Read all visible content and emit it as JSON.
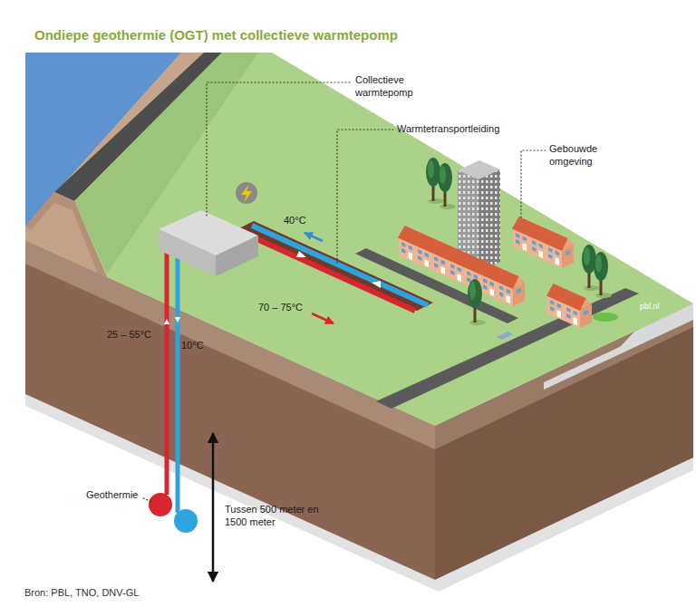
{
  "diagram": {
    "title": "Ondiepe geothermie (OGT) met collectieve warmtepomp",
    "caption": "Bron: PBL, TNO, DNV-GL",
    "labels": [
      "Collectieve warmtepomp",
      "Warmtetransportleiding",
      "Gebouwde omgeving",
      "40°C",
      "70 – 75°C",
      "25 – 55°C",
      "10°C",
      "Geothermie",
      "Tussen 500 meter en 1500 meter",
      "pbl.nl"
    ]
  }
}
